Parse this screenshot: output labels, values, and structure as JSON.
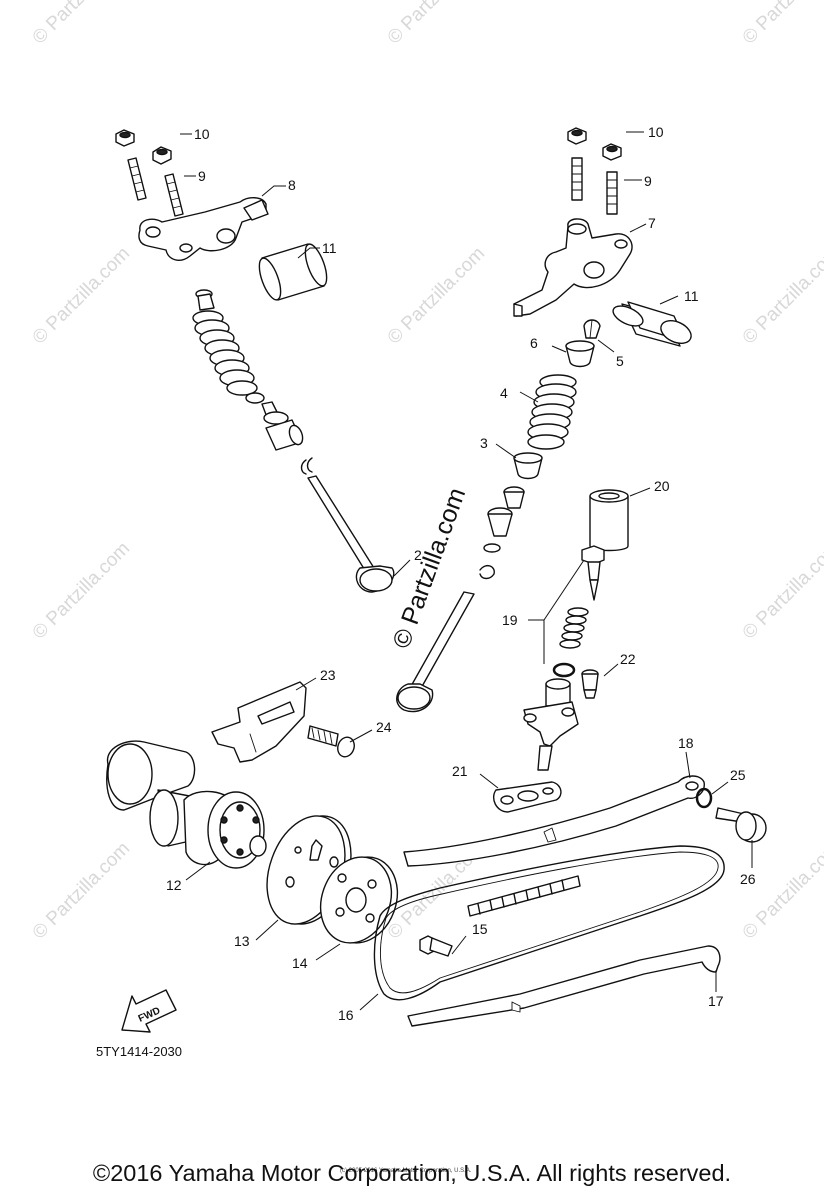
{
  "diagram": {
    "code": "5TY1414-2030",
    "fwd_label": "FWD",
    "fine_print": "(c) 2005-2016 Yamaha Motor Corporation, U.S.A.",
    "watermark_small": "© Partzilla.com",
    "watermark_large": "© Partzilla.com",
    "callouts": {
      "c10a": "10",
      "c9a": "9",
      "c8": "8",
      "c11a": "11",
      "c10b": "10",
      "c9b": "9",
      "c7": "7",
      "c11b": "11",
      "c6": "6",
      "c5": "5",
      "c4": "4",
      "c3": "3",
      "c2": "2",
      "c20": "20",
      "c19": "19",
      "c22": "22",
      "c23": "23",
      "c24": "24",
      "c21": "21",
      "c18": "18",
      "c25": "25",
      "c26": "26",
      "c12": "12",
      "c13": "13",
      "c14": "14",
      "c15": "15",
      "c16": "16",
      "c17": "17"
    }
  },
  "footer": {
    "copyright": "©2016 Yamaha Motor Corporation, U.S.A. All rights reserved."
  }
}
